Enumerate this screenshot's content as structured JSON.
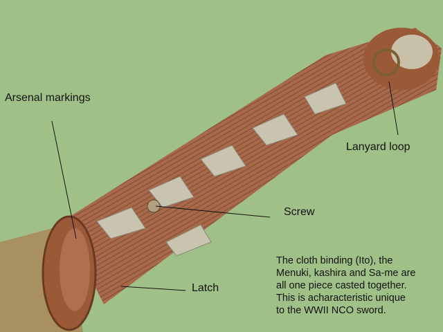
{
  "labels": {
    "arsenal": "Arsenal markings",
    "lanyard": "Lanyard loop",
    "screw": "Screw",
    "latch": "Latch"
  },
  "note": [
    "The cloth binding (Ito), the",
    "Menuki, kashira and Sa-me are",
    "all one piece casted together.",
    "This is acharacteristic unique",
    "to the WWII NCO sword."
  ],
  "colors": {
    "background": "#9fc087",
    "handle": "#a8694a",
    "fittings": "#9a5a38",
    "scabbard": "#a89060"
  }
}
